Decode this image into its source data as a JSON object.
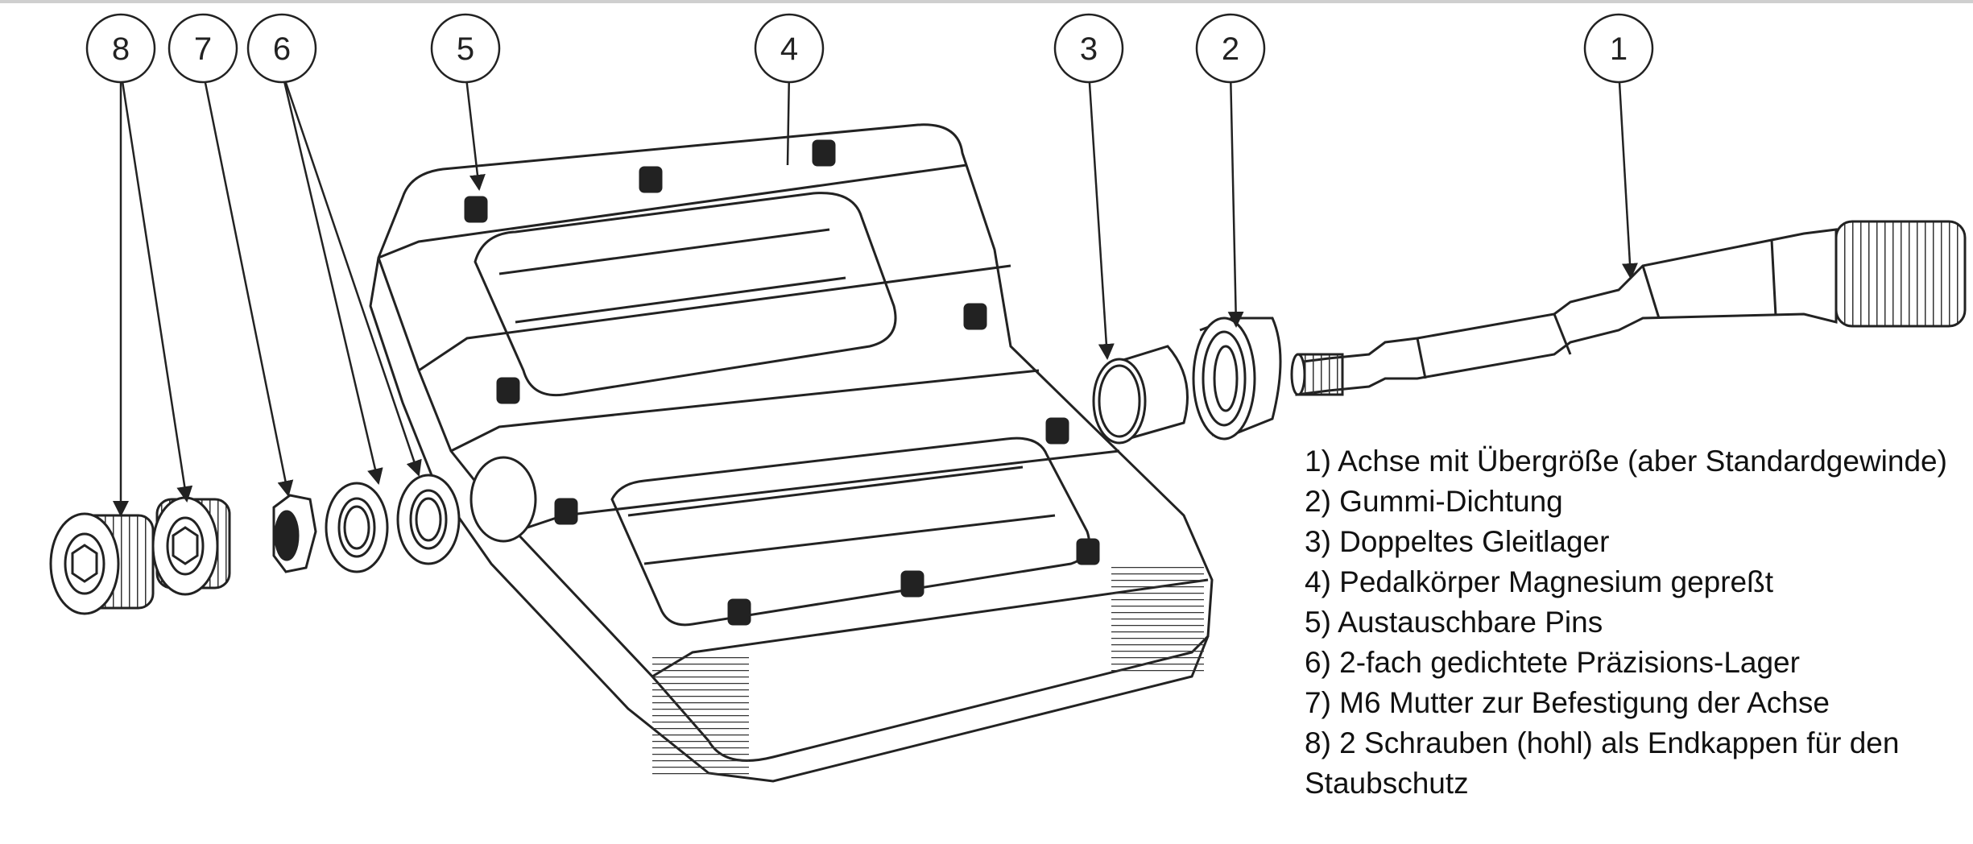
{
  "callouts": [
    "1",
    "2",
    "3",
    "4",
    "5",
    "6",
    "7",
    "8"
  ],
  "legend": [
    "1) Achse mit Übergröße (aber Standardgewinde)",
    "2) Gummi-Dichtung",
    "3) Doppeltes Gleitlager",
    "4) Pedalkörper Magnesium gepreßt",
    "5) Austauschbare Pins",
    "6) 2-fach gedichtete Präzisions-Lager",
    "7) M6 Mutter zur Befestigung der Achse",
    "8) 2 Schrauben (hohl) als Endkappen für den Staubschutz"
  ],
  "colors": {
    "line": "#222222",
    "background": "#ffffff"
  }
}
